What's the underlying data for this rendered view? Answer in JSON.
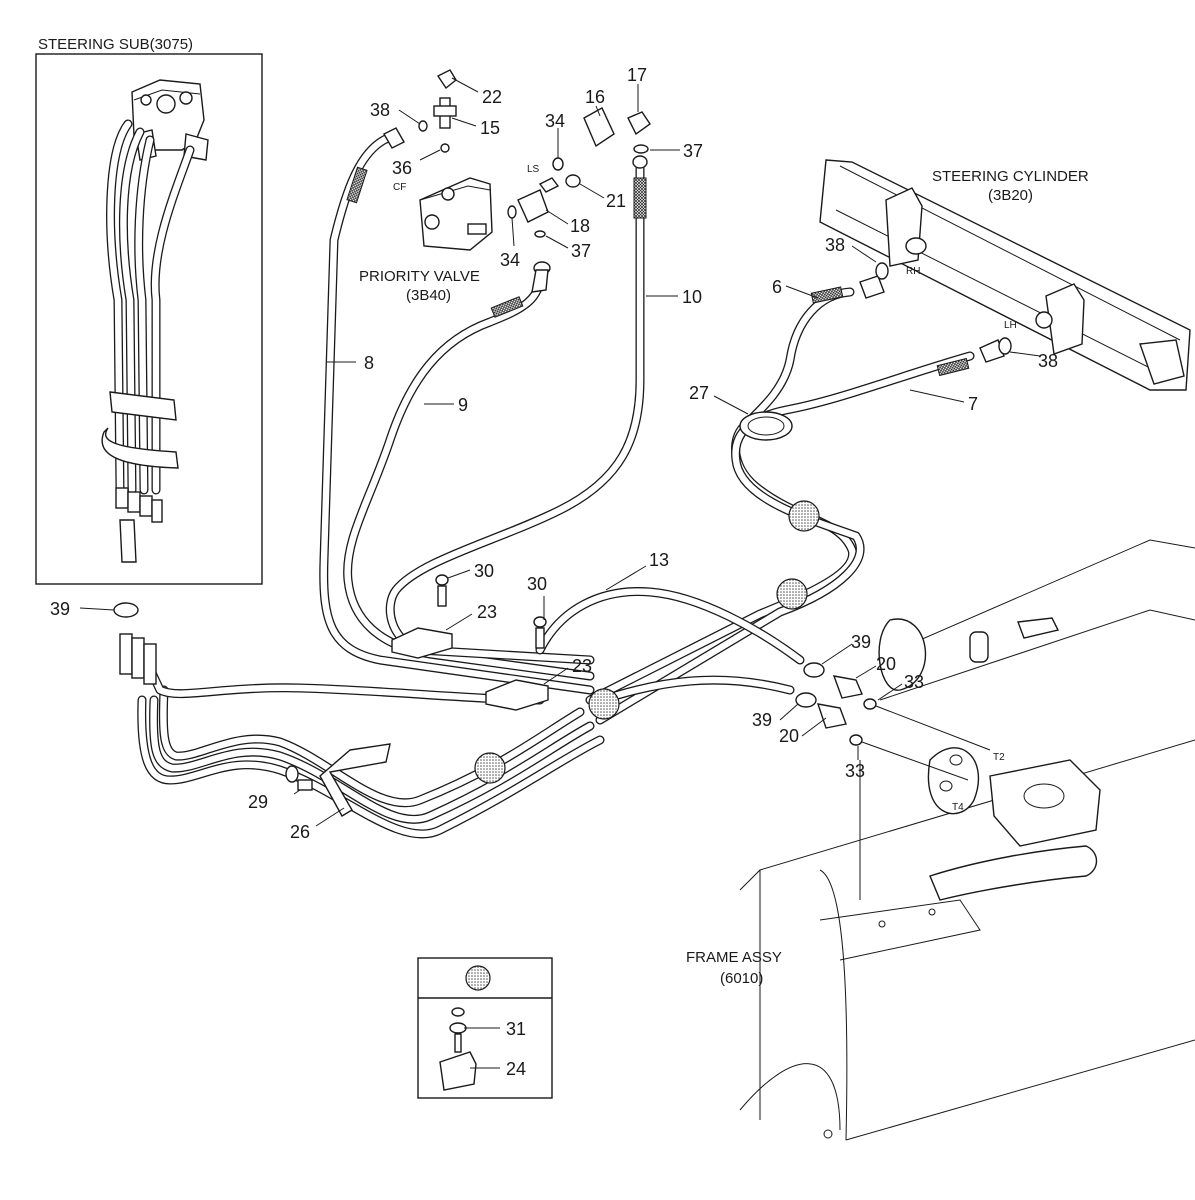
{
  "sections": {
    "steering_sub": {
      "name": "STEERING SUB(3075)"
    },
    "steering_cylinder": {
      "name": "STEERING CYLINDER",
      "code": "(3B20)"
    },
    "priority_valve": {
      "name": "PRIORITY VALVE",
      "code": "(3B40)"
    },
    "frame_assy": {
      "name": "FRAME ASSY",
      "code": "(6010)"
    }
  },
  "port_marks": {
    "cf": "CF",
    "ls": "LS",
    "rh": "RH",
    "lh": "LH",
    "t2": "T2",
    "t4": "T4"
  },
  "callouts": [
    {
      "id": "c22",
      "text": "22"
    },
    {
      "id": "c38a",
      "text": "38"
    },
    {
      "id": "c15",
      "text": "15"
    },
    {
      "id": "c16",
      "text": "16"
    },
    {
      "id": "c17",
      "text": "17"
    },
    {
      "id": "c34a",
      "text": "34"
    },
    {
      "id": "c37a",
      "text": "37"
    },
    {
      "id": "c36",
      "text": "36"
    },
    {
      "id": "c21",
      "text": "21"
    },
    {
      "id": "c18",
      "text": "18"
    },
    {
      "id": "c34b",
      "text": "34"
    },
    {
      "id": "c37b",
      "text": "37"
    },
    {
      "id": "c10",
      "text": "10"
    },
    {
      "id": "c38b",
      "text": "38"
    },
    {
      "id": "c6",
      "text": "6"
    },
    {
      "id": "c38c",
      "text": "38"
    },
    {
      "id": "c7",
      "text": "7"
    },
    {
      "id": "c8",
      "text": "8"
    },
    {
      "id": "c9",
      "text": "9"
    },
    {
      "id": "c27",
      "text": "27"
    },
    {
      "id": "c13",
      "text": "13"
    },
    {
      "id": "c30a",
      "text": "30"
    },
    {
      "id": "c30b",
      "text": "30"
    },
    {
      "id": "c23a",
      "text": "23"
    },
    {
      "id": "c23b",
      "text": "23"
    },
    {
      "id": "c39a",
      "text": "39"
    },
    {
      "id": "c39b",
      "text": "39"
    },
    {
      "id": "c20a",
      "text": "20"
    },
    {
      "id": "c33a",
      "text": "33"
    },
    {
      "id": "c39c",
      "text": "39"
    },
    {
      "id": "c20b",
      "text": "20"
    },
    {
      "id": "c33b",
      "text": "33"
    },
    {
      "id": "c29",
      "text": "29"
    },
    {
      "id": "c26",
      "text": "26"
    },
    {
      "id": "c31",
      "text": "31"
    },
    {
      "id": "c24",
      "text": "24"
    }
  ],
  "colors": {
    "line": "#1a1a1a",
    "background": "#ffffff",
    "stipple": "#8a8a8a"
  }
}
